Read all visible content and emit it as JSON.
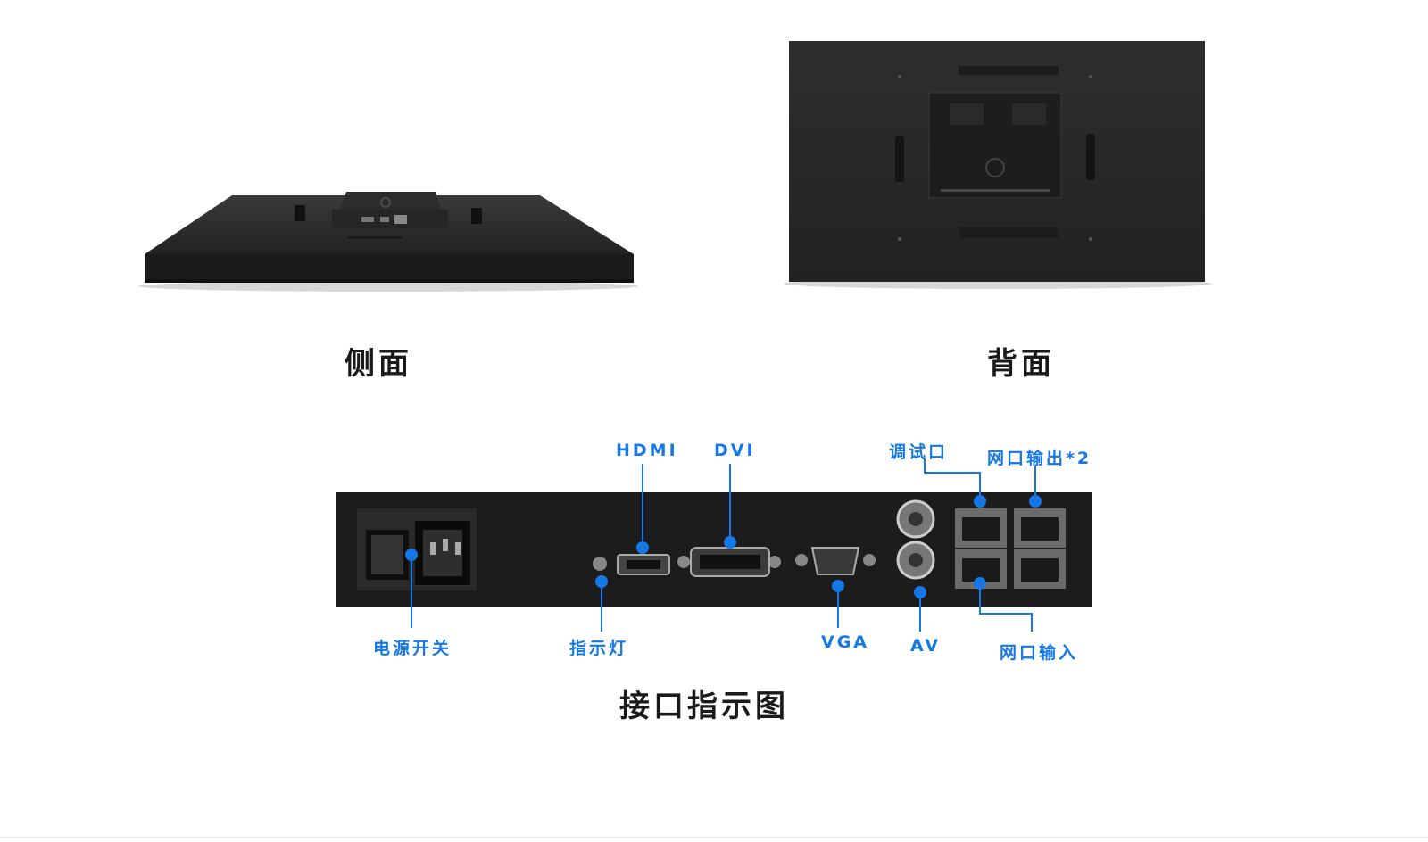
{
  "captions": {
    "side": "侧面",
    "back": "背面",
    "interface": "接口指示图"
  },
  "ports": {
    "power_switch": "电源开关",
    "indicator": "指示灯",
    "hdmi": "HDMI",
    "dvi": "DVI",
    "vga": "VGA",
    "av": "AV",
    "debug": "调试口",
    "net_out": "网口输出*2",
    "net_in": "网口输入"
  },
  "colors": {
    "accent": "#1677e6",
    "panel": "#1c1c1c",
    "caption": "#1a1a1a"
  }
}
